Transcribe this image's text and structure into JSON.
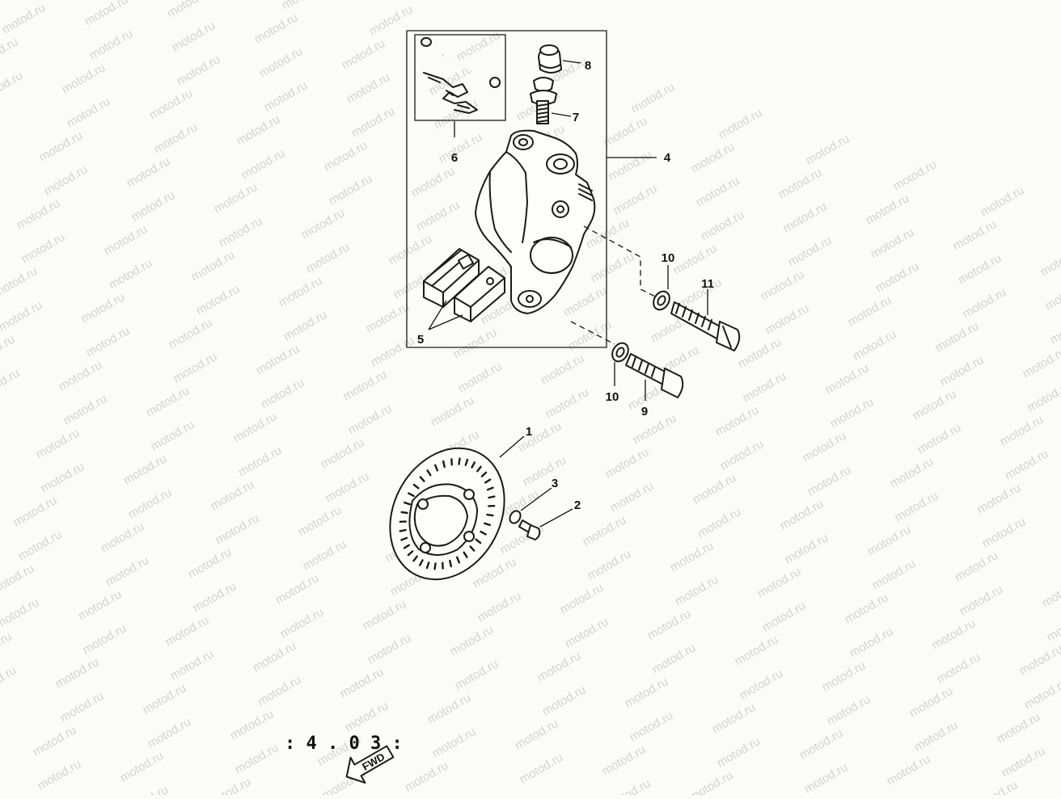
{
  "watermark": {
    "text": "motod.ru"
  },
  "diagram": {
    "callouts": [
      {
        "id": "c1",
        "label": "1"
      },
      {
        "id": "c2",
        "label": "2"
      },
      {
        "id": "c3",
        "label": "3"
      },
      {
        "id": "c4",
        "label": "4"
      },
      {
        "id": "c5",
        "label": "5"
      },
      {
        "id": "c6",
        "label": "6"
      },
      {
        "id": "c7",
        "label": "7"
      },
      {
        "id": "c8",
        "label": "8"
      },
      {
        "id": "c9",
        "label": "9"
      },
      {
        "id": "c10a",
        "label": "10"
      },
      {
        "id": "c10b",
        "label": "10"
      },
      {
        "id": "c11",
        "label": "11"
      }
    ],
    "page_code": ": 4 . 0 3 :",
    "forward_arrow_label": "FWD"
  }
}
